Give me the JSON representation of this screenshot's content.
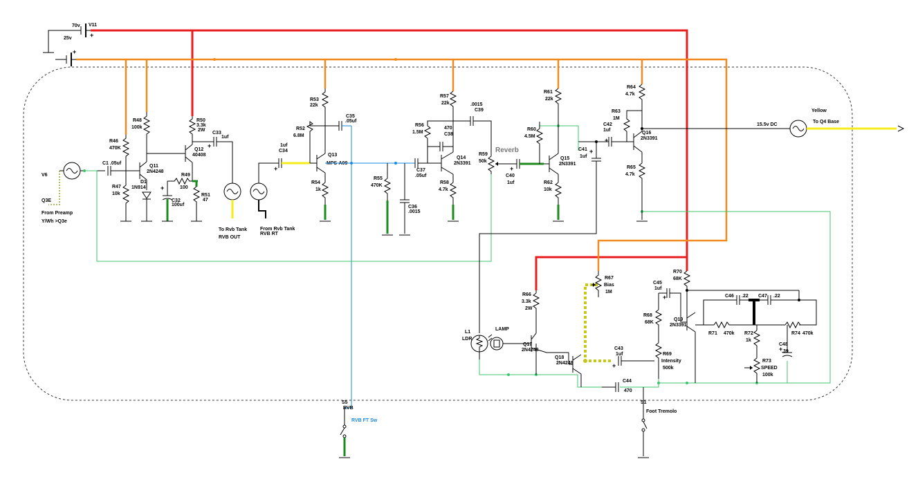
{
  "supplies": {
    "v11_value": "70v",
    "v11_name": "V11",
    "v25_value": "25v",
    "dc_out": "15.5v DC"
  },
  "inputs": {
    "v6_name": "V6",
    "q3e_tag": "Q3E",
    "from_preamp": "From Preamp",
    "yw_q3e": "Y/Wh >Q3e",
    "to_rvb_tank": "To Rvb Tank",
    "rvb_out": "RVB OUT",
    "from_rvb_tank": "From Rvb Tank",
    "rvb_rt": "RVB RT",
    "yellow": "Yellow",
    "to_q4_base": "To Q4 Base",
    "reverb": "Reverb",
    "rvb_ft_sw": "RVB FT Sw",
    "foot_tremolo": "Foot Tremolo",
    "lamp": "LAMP",
    "ldr": "LDR"
  },
  "components": {
    "r46": [
      "R46",
      "470K"
    ],
    "r47": [
      "R47",
      "10k"
    ],
    "r48": [
      "R48",
      "100k"
    ],
    "r49": [
      "R49",
      "100"
    ],
    "r50": [
      "R50",
      "3.3k",
      "2W"
    ],
    "r51": [
      "R51",
      "47"
    ],
    "r52": [
      "R52",
      "6.8M"
    ],
    "r53": [
      "R53",
      "22k"
    ],
    "r54": [
      "R54",
      "1k"
    ],
    "r55": [
      "R55",
      "470K"
    ],
    "r56": [
      "R56",
      "1.5M"
    ],
    "r57": [
      "R57",
      "22k"
    ],
    "r58": [
      "R58",
      "4.7k"
    ],
    "r59": [
      "R59",
      "50k"
    ],
    "r60": [
      "R60",
      "4.5M"
    ],
    "r61": [
      "R61",
      "22k"
    ],
    "r62": [
      "R62",
      "10k"
    ],
    "r63": [
      "R63",
      "1M"
    ],
    "r64": [
      "R64",
      "4.7k"
    ],
    "r65": [
      "R65",
      "4.7k"
    ],
    "r66": [
      "R66",
      "3.3k",
      "2W"
    ],
    "r67": [
      "R67",
      "Bias",
      "1M"
    ],
    "r68": [
      "R68",
      "68K"
    ],
    "r69": [
      "R69",
      "Intensity",
      "500k"
    ],
    "r70": [
      "R70",
      "68K"
    ],
    "r71": [
      "R71",
      "470k"
    ],
    "r72": [
      "R72",
      "1k"
    ],
    "r73": [
      "R73",
      "SPEED",
      "100k"
    ],
    "r74": [
      "R74",
      "470k"
    ],
    "c1": "C1 .05uf",
    "c32": [
      "C32",
      "100uf"
    ],
    "c33": [
      "C33",
      "1uf"
    ],
    "c34": [
      "1uf",
      "C34"
    ],
    "c35": [
      "C35",
      ".05uf"
    ],
    "c36": [
      "C36",
      ".0015"
    ],
    "c37": [
      "C37",
      ".05uf"
    ],
    "c38": [
      "470",
      "C38"
    ],
    "c39": [
      ".0015",
      "C39"
    ],
    "c40": [
      "C40",
      "1uf"
    ],
    "c41": [
      "C41",
      "1uf"
    ],
    "c42": [
      "C42",
      "1uf"
    ],
    "c43": [
      "C43",
      "1uf"
    ],
    "c44": [
      "C44",
      "470"
    ],
    "c45": [
      "C45",
      "1uf"
    ],
    "c46": [
      "C46",
      ".22"
    ],
    "c47": [
      "C47",
      ".22"
    ],
    "c48": [
      "C48",
      ".39"
    ],
    "d1": [
      "D1",
      "1N914"
    ],
    "q11": [
      "Q11",
      "2N4248"
    ],
    "q12": [
      "Q12",
      "40408"
    ],
    "q13": [
      "Q13",
      "MPS-A09"
    ],
    "q14": [
      "Q14",
      "2N3391"
    ],
    "q15": [
      "Q15",
      "2N3391"
    ],
    "q16": [
      "Q16",
      "2N3391"
    ],
    "q17": [
      "Q17",
      "2N4248"
    ],
    "q18": [
      "Q18",
      "2N4248"
    ],
    "q19": [
      "Q19",
      "2N3391"
    ],
    "l1": "L1",
    "s5": [
      "S5",
      "RVB"
    ],
    "s1": "S1"
  },
  "colors": {
    "rail_70v": "#e81c1c",
    "rail_25v": "#f08a1c",
    "green_net": "#3cc46e",
    "blue_net": "#1a8ae0",
    "yellow_net": "#f5ec1a",
    "dark_green": "#1e8a1e"
  }
}
